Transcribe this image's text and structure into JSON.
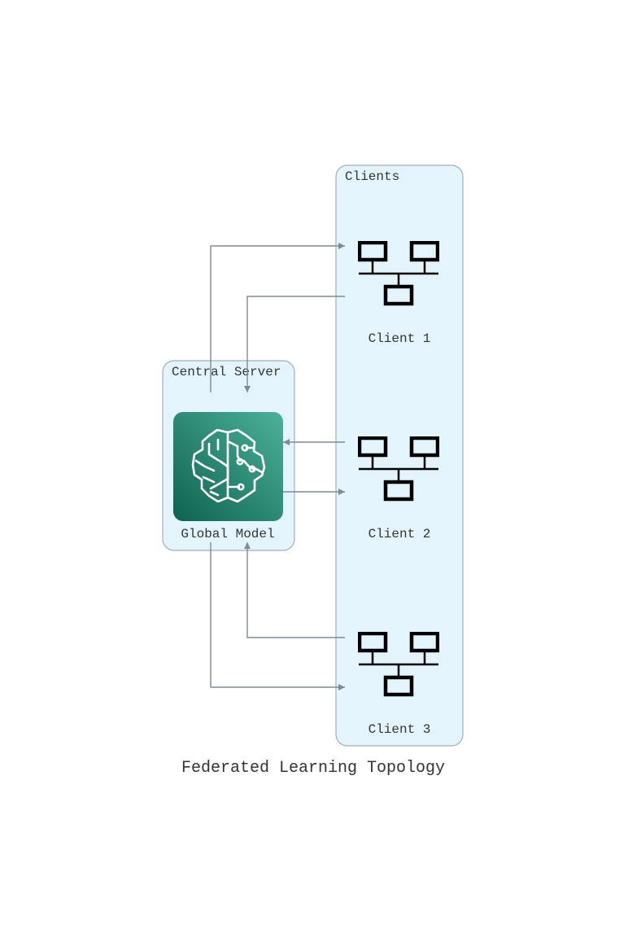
{
  "diagram": {
    "title": "Federated Learning Topology",
    "clusters": {
      "clients": "Clients",
      "server": "Central Server"
    },
    "nodes": {
      "global_model": "Global Model",
      "client_1": "Client 1",
      "client_2": "Client 2",
      "client_3": "Client 3"
    },
    "icons": {
      "global_model": "ml-brain-icon",
      "client": "network-computers-icon"
    },
    "colors": {
      "cluster_fill": "#e3f4fc",
      "edge": "#7d8a96",
      "model_icon_dark": "#136956",
      "model_icon_light": "#4aaf95"
    }
  }
}
